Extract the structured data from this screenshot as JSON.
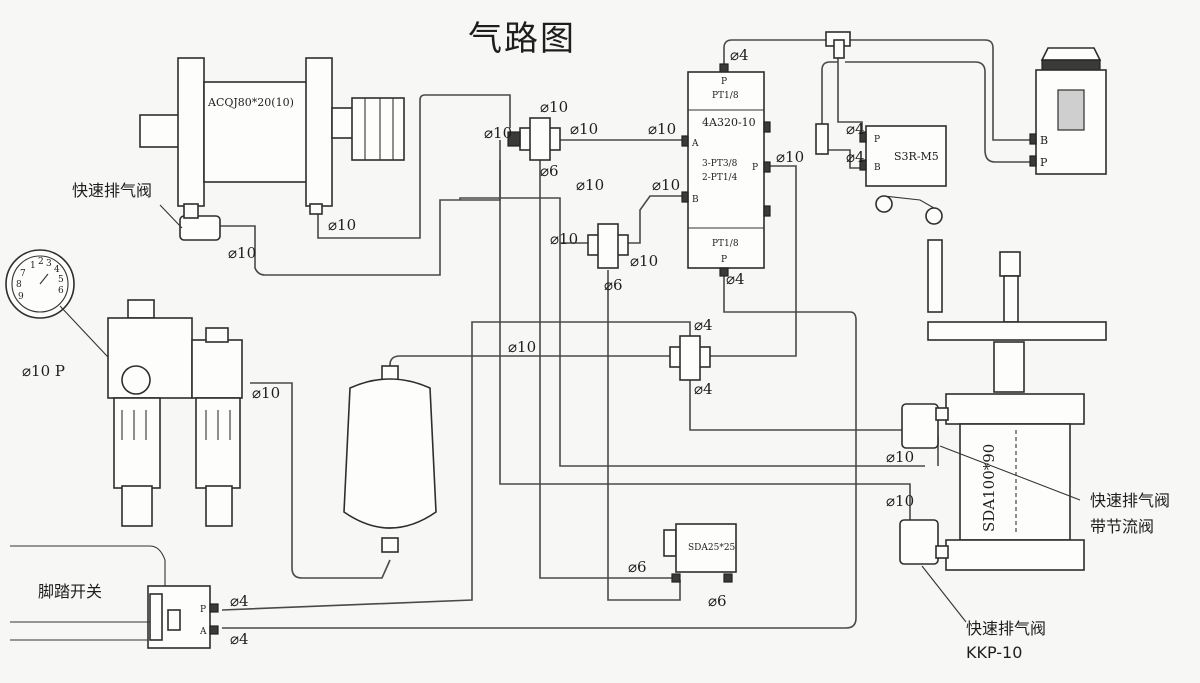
{
  "title": "气路图",
  "components": {
    "cylinder_main": "ACQJ80*20(10)",
    "quick_exhaust_top": "快速排气阀",
    "gauge_port": "⌀10 P",
    "foot_switch": "脚踏开关",
    "valve_model": "4A320-10",
    "valve_pt_top": "PT1/8",
    "valve_pt_bottom": "PT1/8",
    "valve_ports_1": "3-PT3/8",
    "valve_ports_2": "2-PT1/4",
    "valve_port_a": "A",
    "valve_port_b": "B",
    "valve_port_p_top": "P",
    "valve_port_p_right": "P",
    "valve_port_p_bottom": "P",
    "small_valve": "S3R-M5",
    "small_valve_p": "P",
    "small_valve_b": "B",
    "button_b": "B",
    "button_p": "P",
    "big_cylinder": "SDA100*90",
    "small_cylinder": "SDA25*25",
    "qe_throttle_1": "快速排气阀",
    "qe_throttle_2": "带节流阀",
    "qe_bottom_1": "快速排气阀",
    "qe_bottom_2": "KKP-10",
    "foot_p": "P",
    "foot_a": "A"
  },
  "pipe_labels": [
    "⌀4",
    "⌀10",
    "⌀10",
    "⌀10",
    "⌀6",
    "⌀10",
    "⌀10",
    "⌀10",
    "⌀10",
    "⌀4",
    "⌀4",
    "⌀10",
    "⌀10",
    "⌀6",
    "⌀10",
    "⌀4",
    "⌀10",
    "⌀4",
    "⌀4",
    "⌀10",
    "⌀10",
    "⌀10",
    "⌀6",
    "⌀6",
    "⌀4",
    "⌀4",
    "⌀10"
  ],
  "gauge_ticks": [
    "1",
    "2",
    "3",
    "4",
    "5",
    "6",
    "7",
    "8",
    "9"
  ]
}
